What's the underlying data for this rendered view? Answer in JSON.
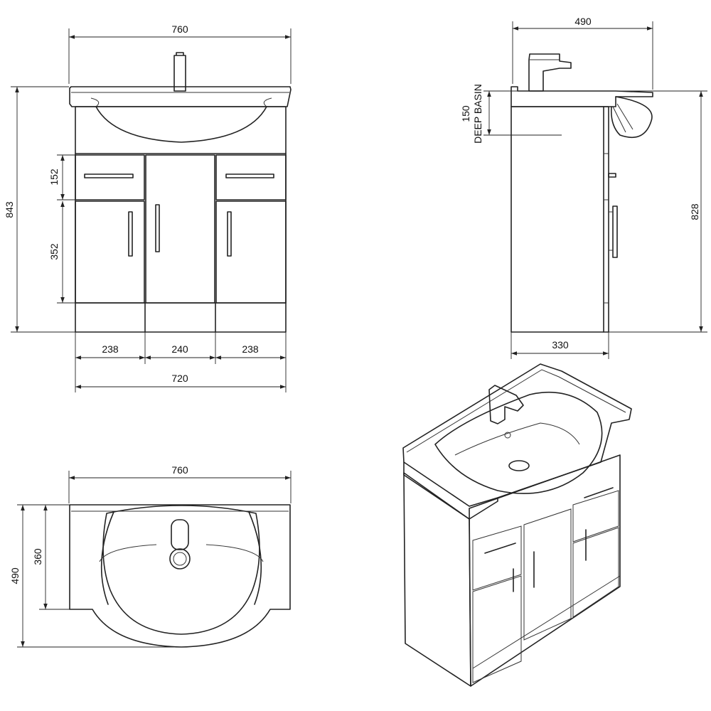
{
  "colors": {
    "line": "#222222",
    "background": "#ffffff"
  },
  "views": {
    "front": {
      "overall_width": "760",
      "overall_height": "843",
      "drawer_height": "152",
      "door_height": "352",
      "left_width": "238",
      "center_width": "240",
      "right_width": "238",
      "cabinet_width": "720"
    },
    "side": {
      "overall_depth": "490",
      "basin_depth": "150",
      "basin_label": "DEEP BASIN",
      "cabinet_height": "828",
      "cabinet_depth": "330"
    },
    "top": {
      "overall_width": "760",
      "basin_depth": "360",
      "overall_depth": "490"
    }
  }
}
